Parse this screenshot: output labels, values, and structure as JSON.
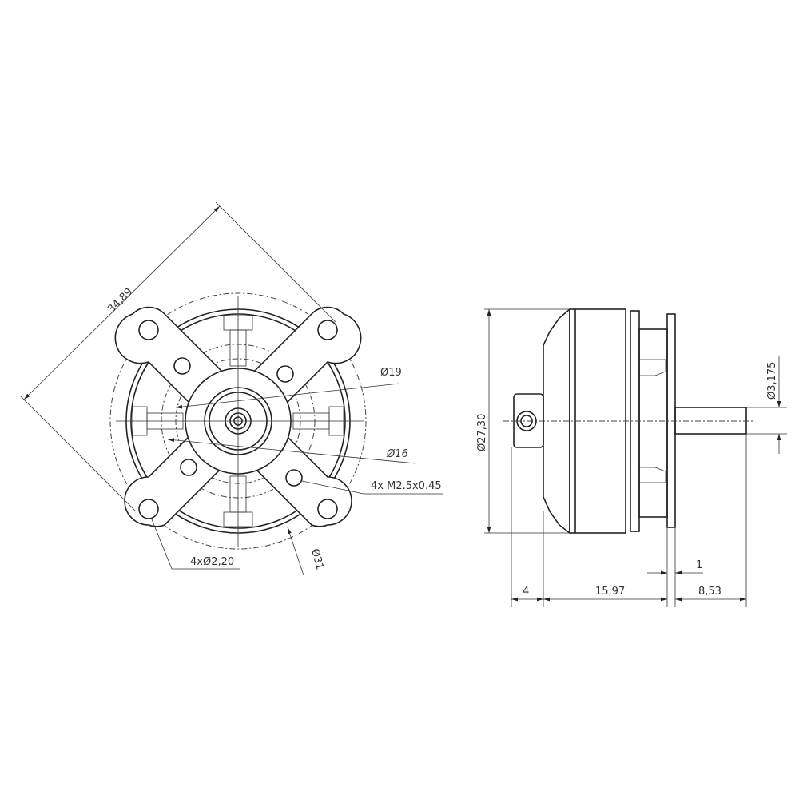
{
  "front_view": {
    "diag_dim": "34,89",
    "d19": "Ø19",
    "d16": "Ø16",
    "thread": "4x M2.5x0.45",
    "holes": "4xØ2,20",
    "d31": "Ø31"
  },
  "side_view": {
    "d_body": "Ø27,30",
    "d_shaft": "Ø3,175",
    "len_nose": "4",
    "len_body": "15,97",
    "len_shaft": "8,53",
    "len_plate": "1"
  }
}
